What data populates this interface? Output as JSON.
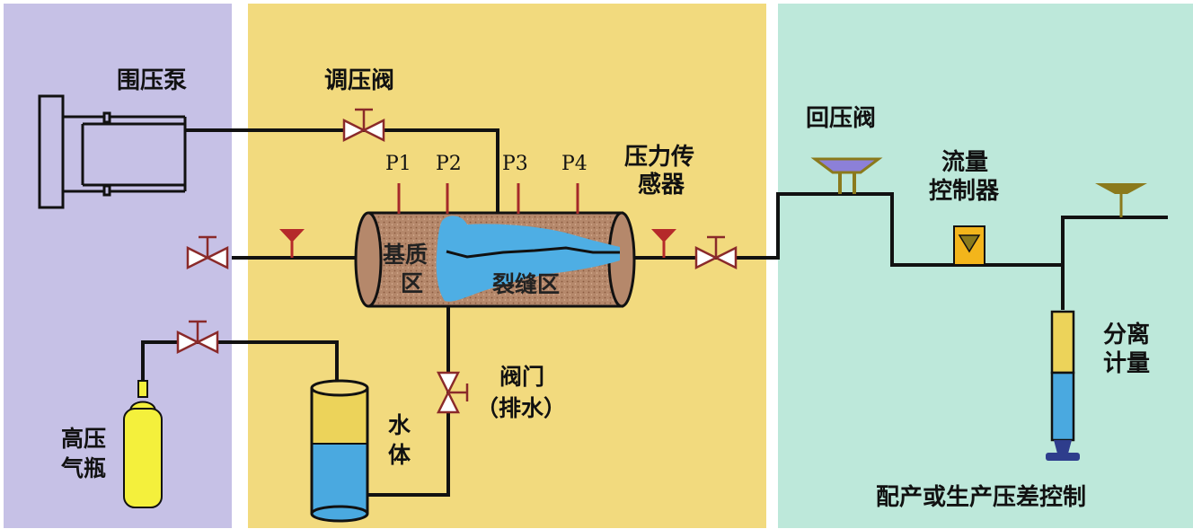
{
  "colors": {
    "left_panel": "#c6c1e6",
    "middle_panel": "#f2da7e",
    "right_panel": "#bde8da",
    "pipe": "#111111",
    "valve_stroke": "#8a2a2a",
    "core_fill": "#b5886b",
    "fracture_water": "#4eaee4",
    "water": "#4aa9e0",
    "cylinder_top": "#ecd35a",
    "gas_bottle": "#f4f03c",
    "flow_controller": "#f3b51b",
    "back_valve_cap": "#8c80d8",
    "separator_tip": "#2e3d8c",
    "olive": "#8b7a1c"
  },
  "labels": {
    "confining_pump": "围压泵",
    "regulating_valve": "调压阀",
    "p1": "P1",
    "p2": "P2",
    "p3": "P3",
    "p4": "P4",
    "pressure_sensor_l1": "压力传",
    "pressure_sensor_l2": "感器",
    "matrix_zone_l1": "基质",
    "matrix_zone_l2": "区",
    "fracture_zone": "裂缝区",
    "gas_bottle_l1": "高压",
    "gas_bottle_l2": "气瓶",
    "water_body_l1": "水",
    "water_body_l2": "体",
    "drain_valve_l1": "阀门",
    "drain_valve_l2": "（排水）",
    "back_pressure_valve": "回压阀",
    "flow_controller_l1": "流量",
    "flow_controller_l2": "控制器",
    "separator_l1": "分离",
    "separator_l2": "计量",
    "production_control": "配产或生产压差控制"
  }
}
